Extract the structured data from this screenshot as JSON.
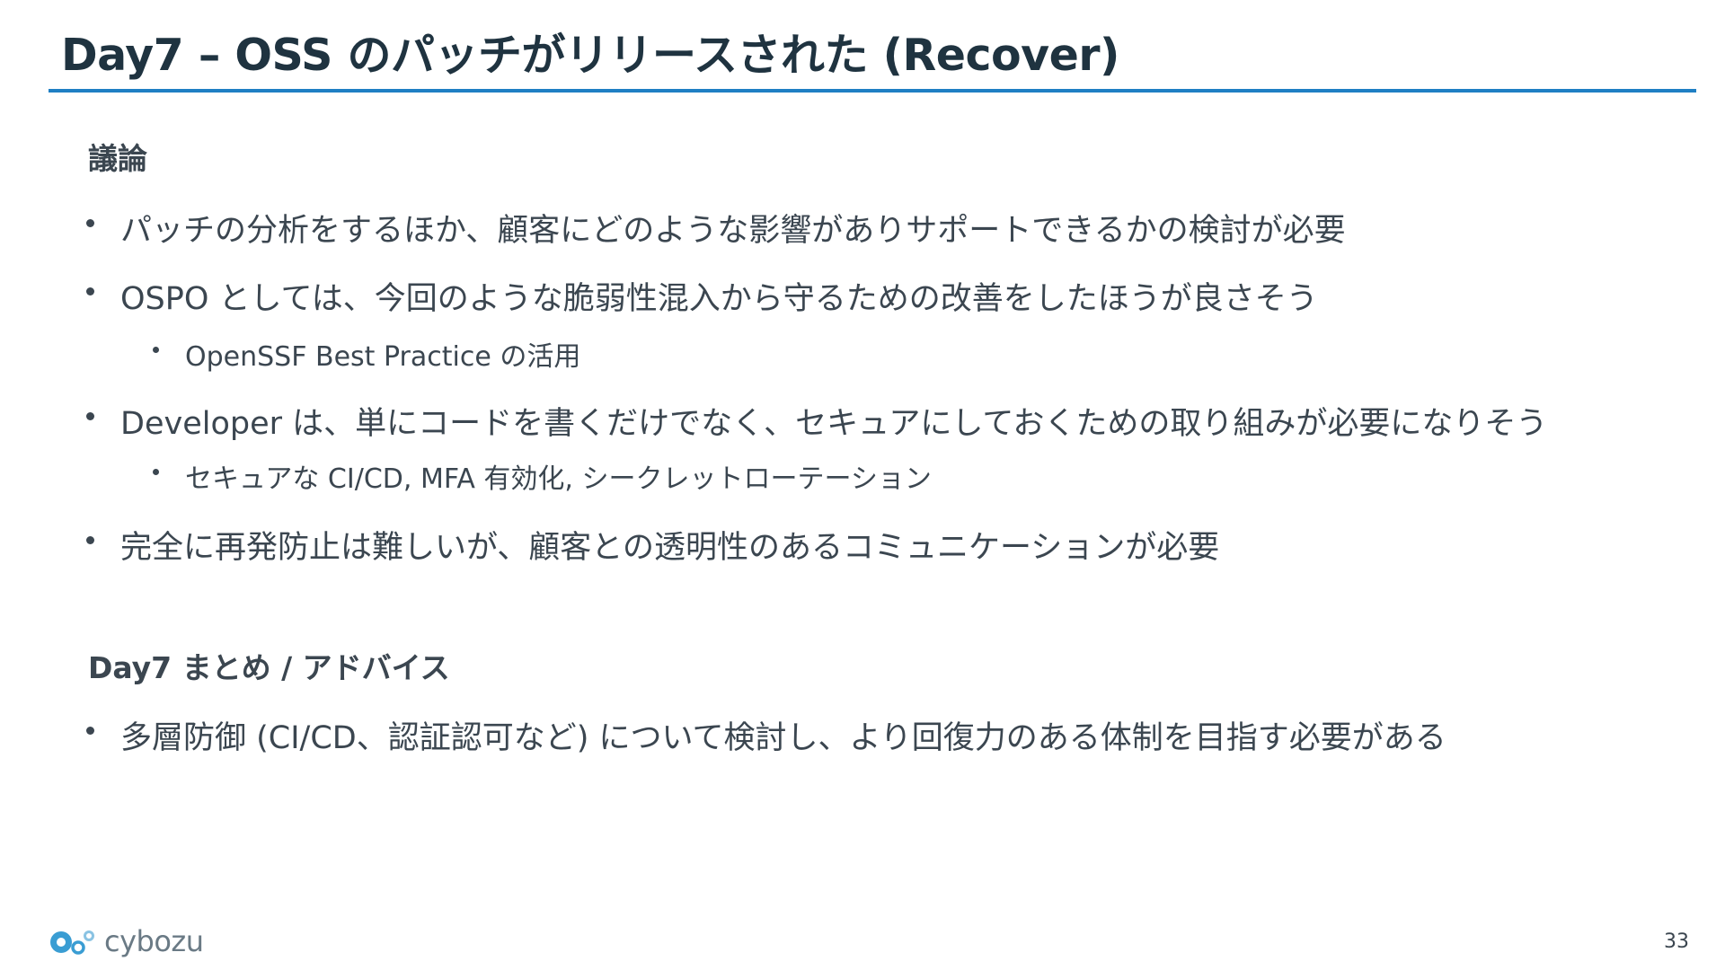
{
  "slide": {
    "title": "Day7 – OSS のパッチがリリースされた (Recover)",
    "page_number": "33"
  },
  "discussion": {
    "heading": "議論",
    "bullets": [
      "パッチの分析をするほか、顧客にどのような影響がありサポートできるかの検討が必要",
      "OSPO としては、今回のような脆弱性混入から守るための改善をしたほうが良さそう",
      "OpenSSF Best Practice の活用",
      "Developer は、単にコードを書くだけでなく、セキュアにしておくための取り組みが必要になりそう",
      "セキュアな CI/CD, MFA 有効化, シークレットローテーション",
      "完全に再発防止は難しいが、顧客との透明性のあるコミュニケーションが必要"
    ]
  },
  "summary": {
    "heading": "Day7 まとめ / アドバイス",
    "bullets": [
      "多層防御 (CI/CD、認証認可など) について検討し、より回復力のある体制を目指す必要がある"
    ]
  },
  "footer": {
    "logo_text": "cybozu",
    "logo_colors": {
      "primary": "#3a9dd3",
      "secondary": "#8ac3e3"
    }
  },
  "colors": {
    "title": "#1f3340",
    "rule": "#1f7fc4",
    "body_text": "#3b4650"
  }
}
